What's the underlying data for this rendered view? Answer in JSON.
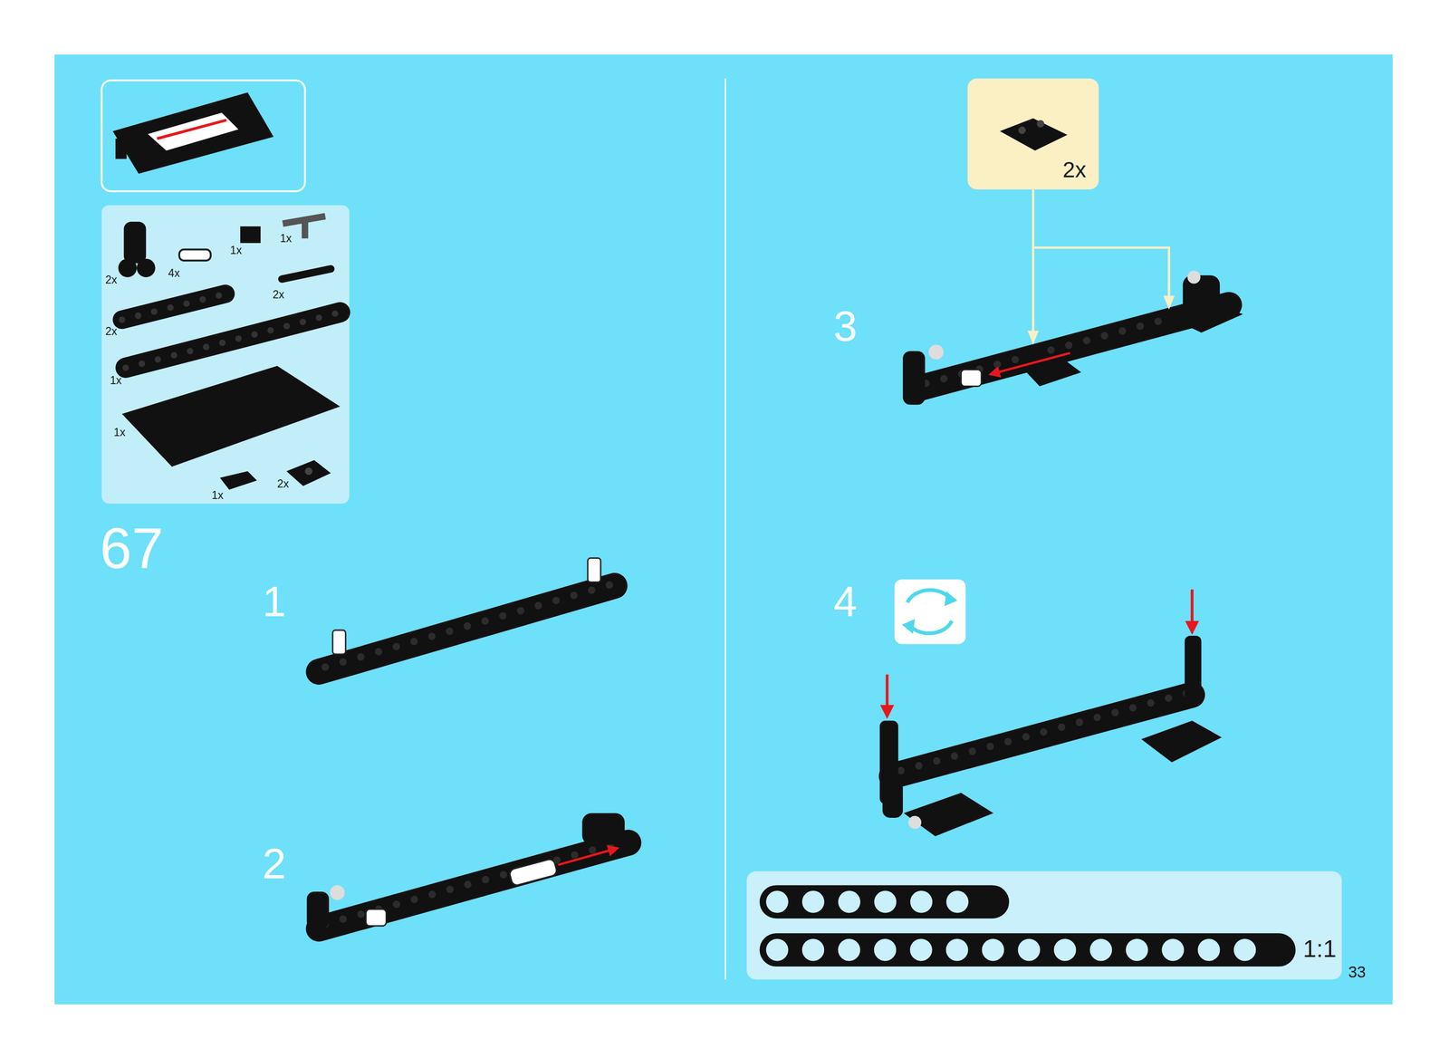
{
  "diagram": {
    "nodes": [
      {
        "text": [
          "2x",
          "4x",
          "1x",
          "1x",
          "2x",
          "2x",
          "1x",
          "1x",
          "1x",
          "2x"
        ]
      },
      {
        "text": [
          "2x"
        ]
      },
      {
        "text": [
          "1:1"
        ]
      }
    ],
    "labels": [
      "67",
      "1",
      "2",
      "3",
      "4",
      "33"
    ]
  }
}
